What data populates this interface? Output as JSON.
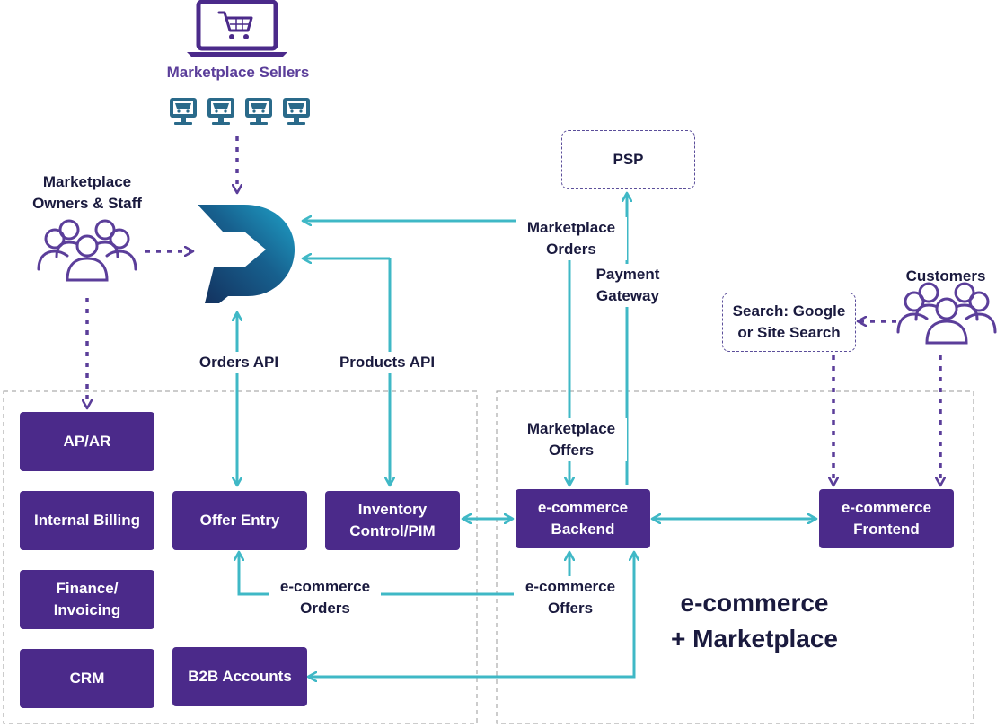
{
  "actors": {
    "sellers": "Marketplace Sellers",
    "owners": "Marketplace\nOwners & Staff",
    "customers": "Customers"
  },
  "external": {
    "psp": "PSP",
    "search": "Search: Google\nor Site Search"
  },
  "labels": {
    "marketplace_orders": "Marketplace\nOrders",
    "payment_gateway": "Payment\nGateway",
    "orders_api": "Orders API",
    "products_api": "Products API",
    "marketplace_offers": "Marketplace\nOffers",
    "ecommerce_orders": "e-commerce\nOrders",
    "ecommerce_offers": "e-commerce\nOffers"
  },
  "boxes": {
    "ap_ar": "AP/AR",
    "internal_billing": "Internal Billing",
    "finance_invoicing": "Finance/\nInvoicing",
    "crm": "CRM",
    "offer_entry": "Offer Entry",
    "inventory": "Inventory\nControl/PIM",
    "b2b_accounts": "B2B Accounts",
    "ecommerce_backend": "e-commerce\nBackend",
    "ecommerce_frontend": "e-commerce\nFrontend"
  },
  "region_label": "e-commerce\n+ Marketplace",
  "colors": {
    "teal": "#3fb8c6",
    "purple": "#4b2a8a",
    "purple_dotted": "#5b3e9a",
    "logo_dark": "#132f5c",
    "logo_light": "#1fa3c9"
  },
  "icons": {
    "seller_laptop": "laptop-cart-icon",
    "seller_monitors": "store-monitor-icon",
    "people_group": "people-group-icon",
    "logo": "p-arrow-logo"
  }
}
